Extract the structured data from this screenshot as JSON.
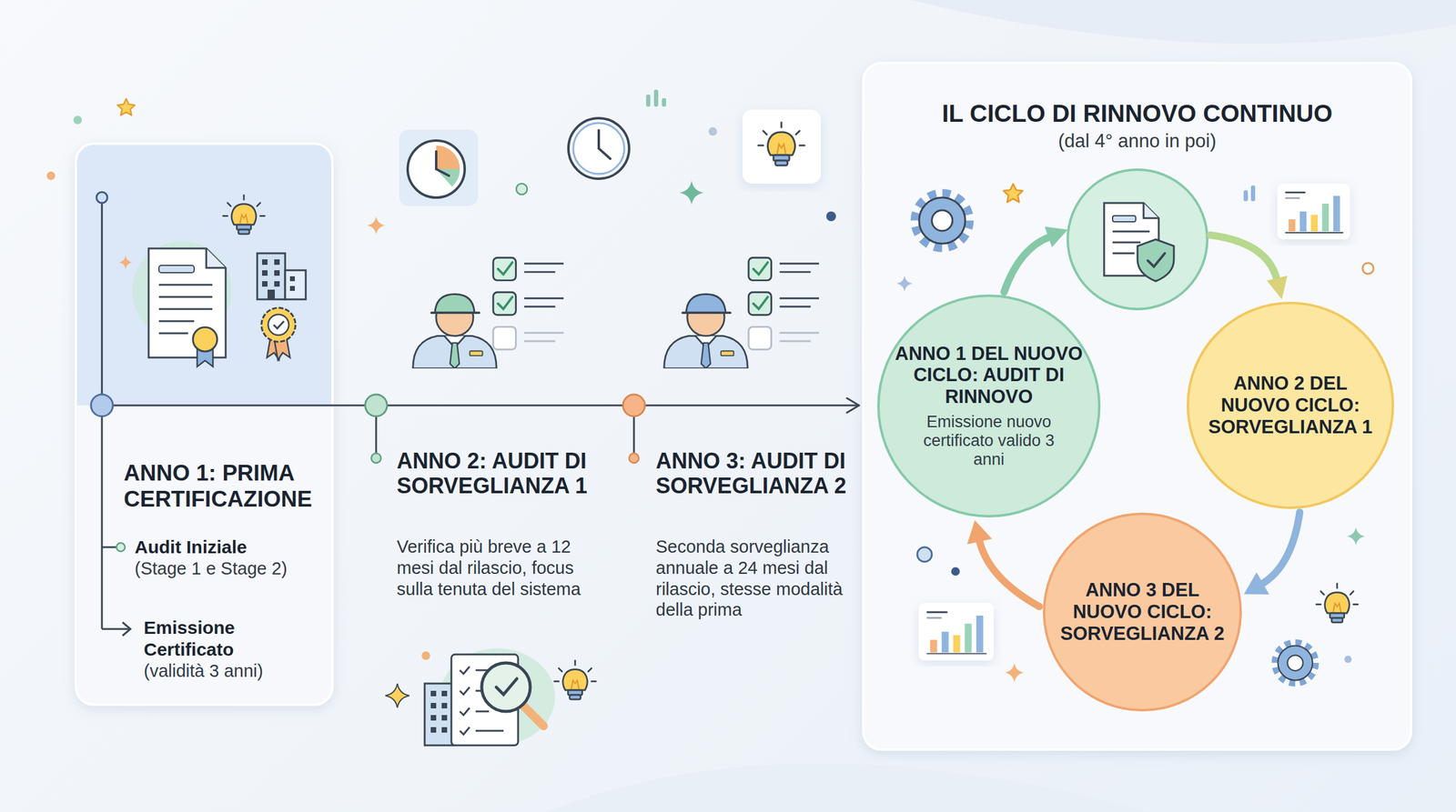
{
  "diagram": {
    "nodes": [
      {
        "text": [
          "ANNO 1: PRIMA CERTIFICAZIONE",
          "Audit Iniziale",
          "(Stage 1 e Stage 2)",
          "Emissione Certificato",
          "(validità 3 anni)"
        ]
      },
      {
        "text": [
          "IL CICLO DI RINNOVO CONTINUO",
          "(dal 4° anno in poi)"
        ]
      },
      {
        "text": [
          "ANNO 1 DEL NUOVO CICLO: AUDIT DI RINNOVO",
          "Emissione nuovo certificato valido 3 anni"
        ],
        "in": 1
      },
      {
        "text": [
          "ANNO 2 DEL NUOVO CICLO: SORVEGLIANZA 1"
        ],
        "in": 1
      },
      {
        "text": [
          "ANNO 3 DEL NUOVO CICLO: SORVEGLIANZA 2"
        ],
        "in": 1
      }
    ],
    "edges": [
      {
        "from": 0,
        "to": 1,
        "arrow": "to"
      },
      {
        "from": 3,
        "to": 4,
        "arrow": "to"
      },
      {
        "from": 4,
        "to": 2,
        "arrow": "to"
      }
    ],
    "labels": [
      "ANNO 2: AUDIT DI SORVEGLIANZA 1",
      "Verifica più breve a 12 mesi dal rilascio, focus sulla tenuta del sistema",
      "ANNO 3: AUDIT DI SORVEGLIANZA 2",
      "Seconda sorveglianza annuale a 24 mesi dal rilascio, stesse modalità della prima"
    ]
  }
}
